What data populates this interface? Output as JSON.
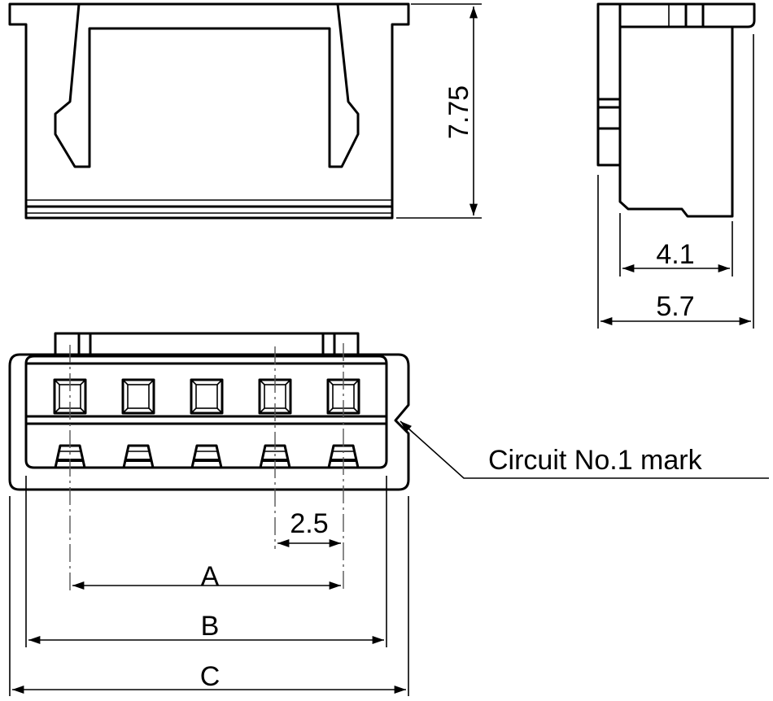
{
  "dimensions": {
    "height": "7.75",
    "depth_inner": "4.1",
    "depth_outer": "5.7",
    "pitch": "2.5",
    "a": "A",
    "b": "B",
    "c": "C"
  },
  "callouts": {
    "circuit_mark": "Circuit No.1 mark"
  },
  "circuits": 5
}
